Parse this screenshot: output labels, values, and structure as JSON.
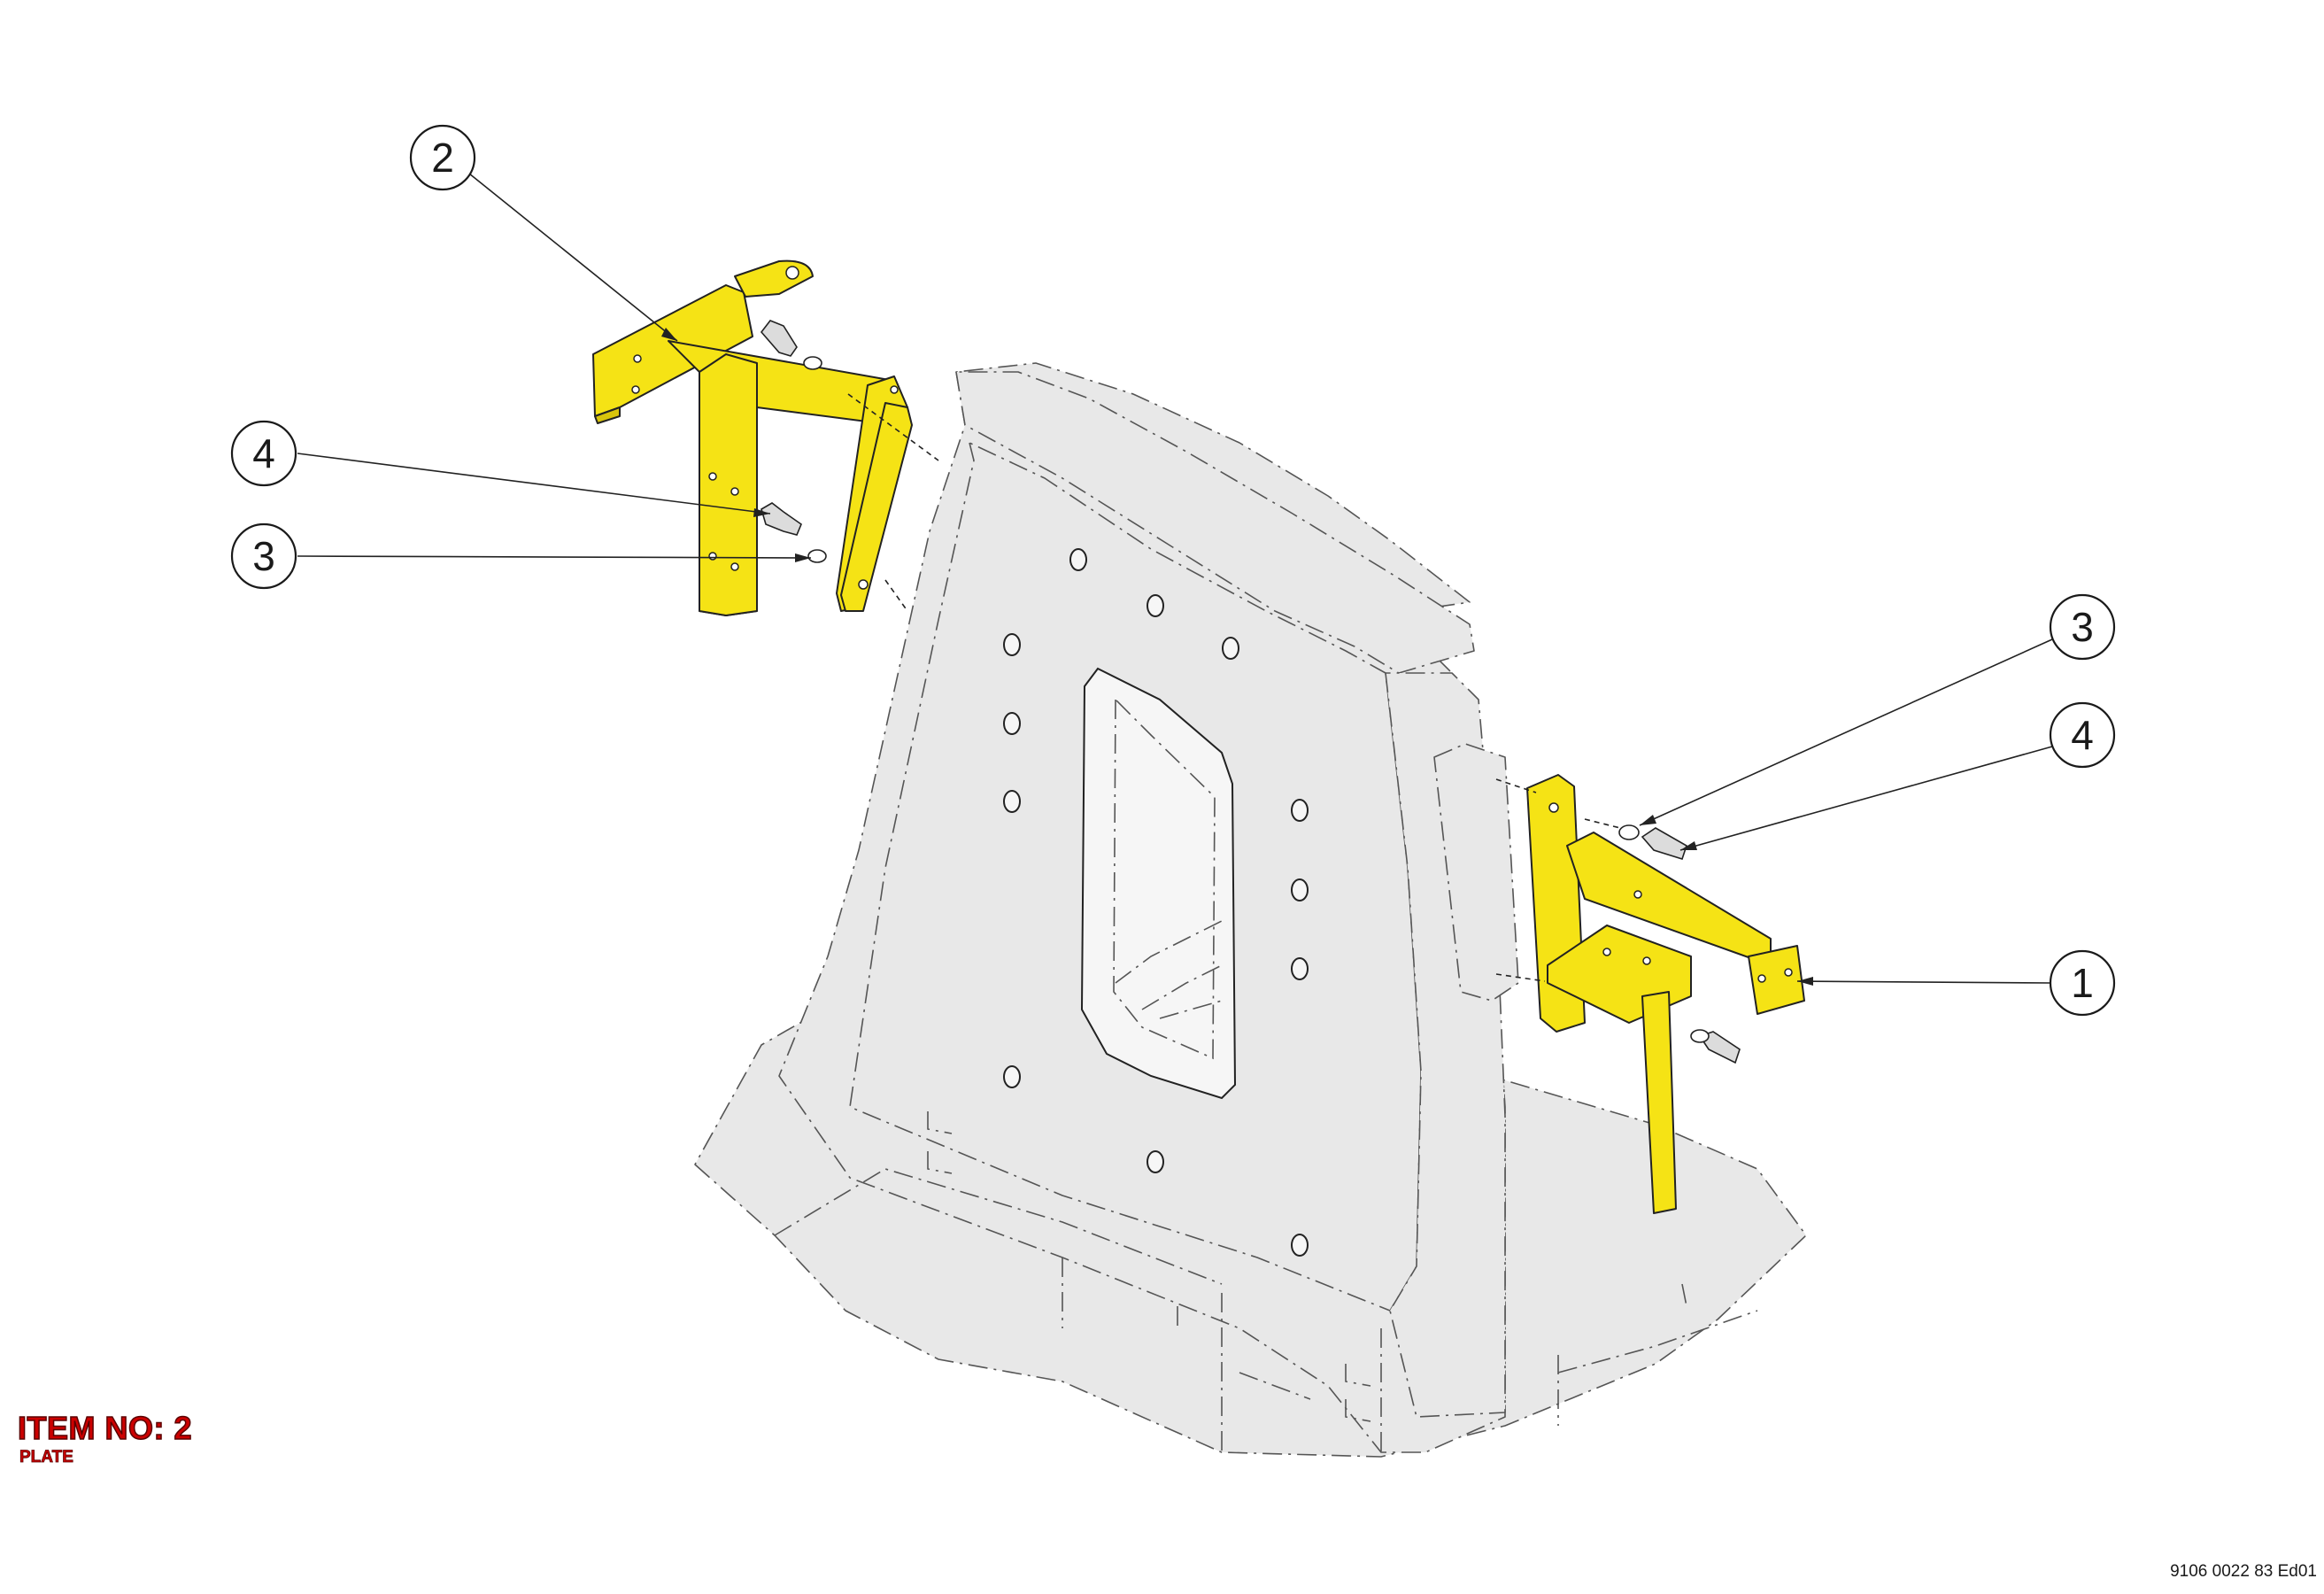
{
  "callouts": [
    {
      "id": "c2",
      "label": "2"
    },
    {
      "id": "c4a",
      "label": "4"
    },
    {
      "id": "c3a",
      "label": "3"
    },
    {
      "id": "c3b",
      "label": "3"
    },
    {
      "id": "c4b",
      "label": "4"
    },
    {
      "id": "c1",
      "label": "1"
    }
  ],
  "item": {
    "number_label": "ITEM NO: 2",
    "name": "PLATE"
  },
  "document_number": "9106 0022 83 Ed01",
  "colors": {
    "highlight": "#f5e315",
    "frame": "#e8e8e8",
    "item_text": "#cc0000"
  }
}
